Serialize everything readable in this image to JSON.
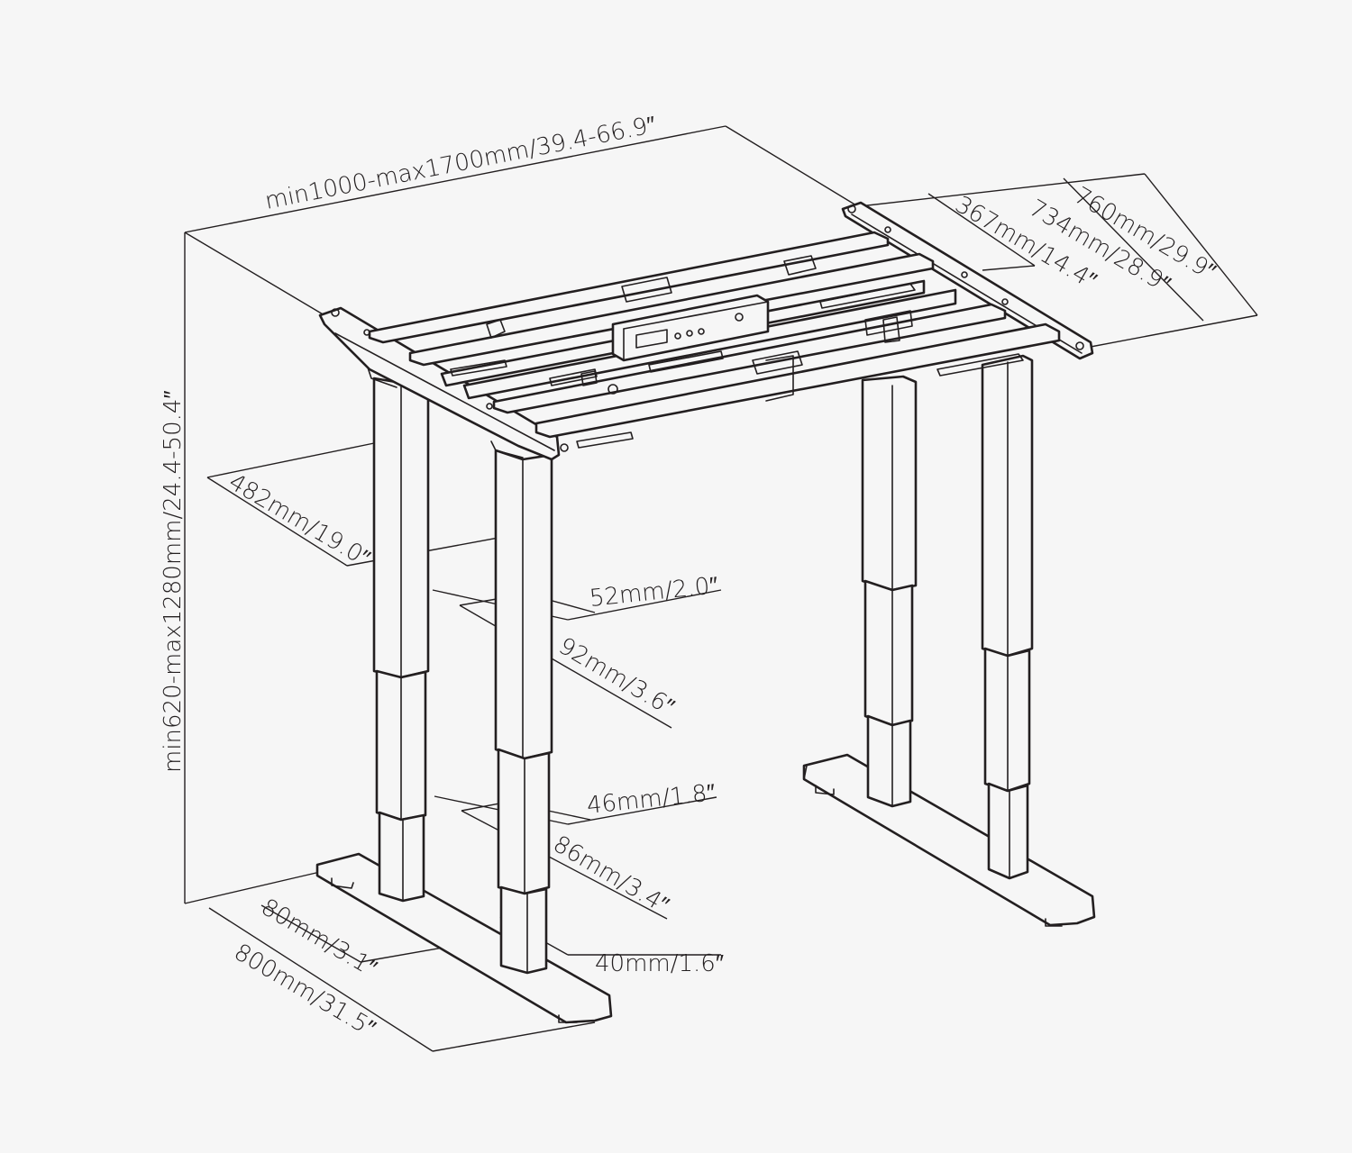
{
  "background": "#f6f6f6",
  "line_color": "#231f20",
  "dimensions": {
    "width_range": "min1000-max1700mm/39.4-66.9″",
    "depth_outer": "760mm/29.9″",
    "depth_inner": "734mm/28.9″",
    "depth_half": "367mm/14.4″",
    "height_range": "min620-max1280mm/24.4-50.4″",
    "top_bracket": "482mm/19.0″",
    "upper_column_width": "52mm/2.0″",
    "upper_column_depth": "92mm/3.6″",
    "lower_column_width": "46mm/1.8″",
    "lower_column_depth": "86mm/3.4″",
    "bottom_column_width": "40mm/1.6″",
    "foot_width": "80mm/3.1″",
    "foot_length": "800mm/31.5″"
  }
}
